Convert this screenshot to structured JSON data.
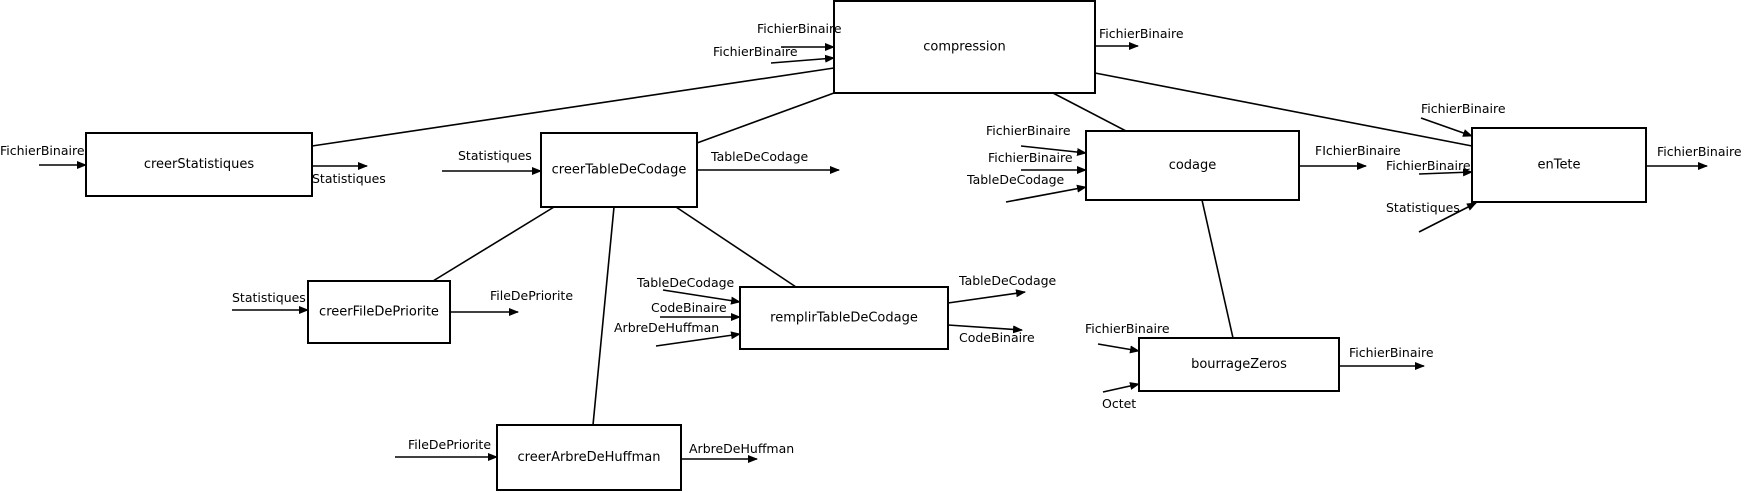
{
  "modules": {
    "compression": "compression",
    "creerStatistiques": "creerStatistiques",
    "creerTableDeCodage": "creerTableDeCodage",
    "codage": "codage",
    "enTete": "enTete",
    "creerFileDePriorite": "creerFileDePriorite",
    "remplirTableDeCodage": "remplirTableDeCodage",
    "bourrageZeros": "bourrageZeros",
    "creerArbreDeHuffman": "creerArbreDeHuffman"
  },
  "params": {
    "compression_in_1": "FichierBinaire",
    "compression_in_2": "FichierBinaire",
    "compression_out": "FichierBinaire",
    "creerStatistiques_in": "FichierBinaire",
    "creerStatistiques_out": "Statistiques",
    "creerTableDeCodage_in": "Statistiques",
    "creerTableDeCodage_out": "TableDeCodage",
    "codage_in_1": "FichierBinaire",
    "codage_in_2": "FichierBinaire",
    "codage_in_3": "TableDeCodage",
    "codage_out": "FIchierBinaire",
    "enTete_in_1": "FichierBinaire",
    "enTete_in_2": "FichierBinaire",
    "enTete_in_3": "Statistiques",
    "enTete_out": "FichierBinaire",
    "creerFileDePriorite_in": "Statistiques",
    "creerFileDePriorite_out": "FileDePriorite",
    "remplirTableDeCodage_in_1": "TableDeCodage",
    "remplirTableDeCodage_in_2": "CodeBinaire",
    "remplirTableDeCodage_in_3": "ArbreDeHuffman",
    "remplirTableDeCodage_out_1": "TableDeCodage",
    "remplirTableDeCodage_out_2": "CodeBinaire",
    "bourrageZeros_in_1": "FichierBinaire",
    "bourrageZeros_in_2": "Octet",
    "bourrageZeros_out": "FichierBinaire",
    "creerArbreDeHuffman_in": "FileDePriorite",
    "creerArbreDeHuffman_out": "ArbreDeHuffman"
  }
}
